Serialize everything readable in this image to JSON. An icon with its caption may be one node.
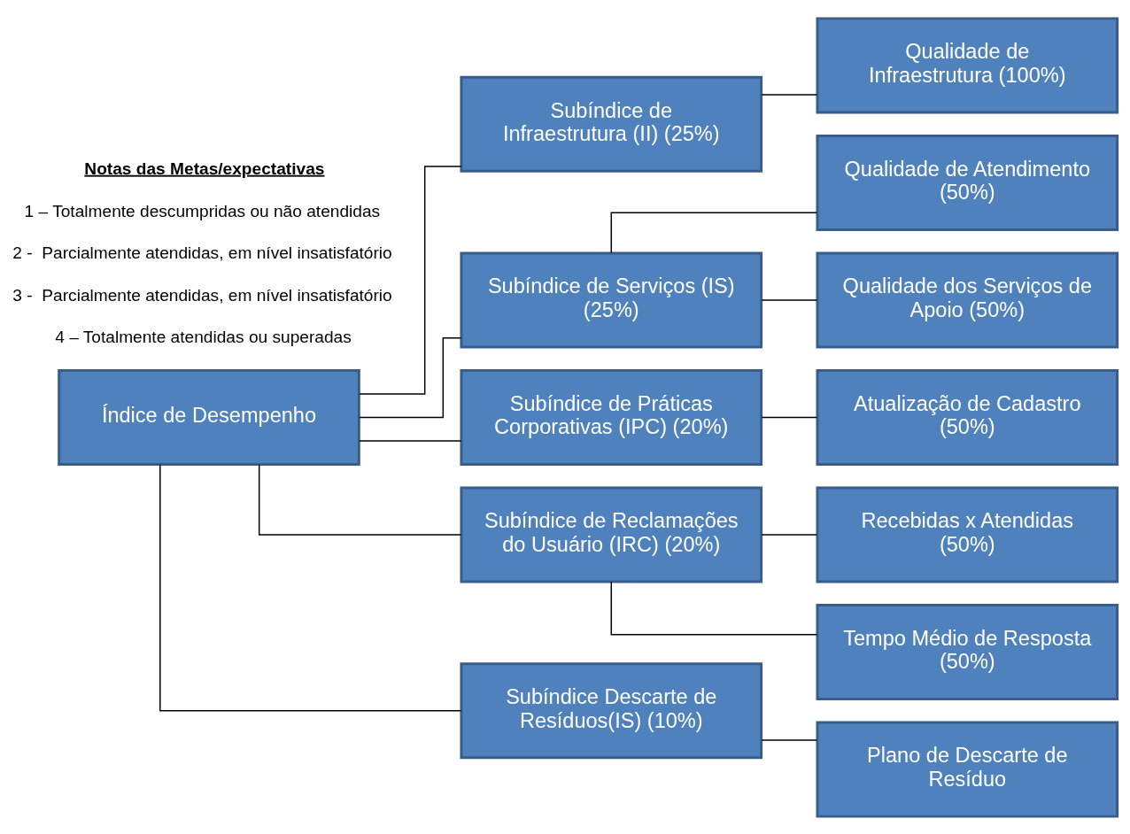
{
  "diagram": {
    "nodes": [
      {
        "text": [
          "Índice de Desempenho"
        ]
      },
      {
        "text": [
          "Subíndice de Infraestrutura (II) (25%)"
        ]
      },
      {
        "text": [
          "Subíndice de Serviços (IS) (25%)"
        ]
      },
      {
        "text": [
          "Subíndice de Práticas Corporativas (IPC) (20%)"
        ]
      },
      {
        "text": [
          "Subíndice de Reclamações do Usuário (IRC) (20%)"
        ]
      },
      {
        "text": [
          "Subíndice Descarte de Resíduos(IS) (10%)"
        ]
      },
      {
        "text": [
          "Qualidade de Infraestrutura (100%)"
        ]
      },
      {
        "text": [
          "Qualidade de Atendimento (50%)"
        ]
      },
      {
        "text": [
          "Qualidade dos Serviços de Apoio (50%)"
        ]
      },
      {
        "text": [
          "Atualização de Cadastro (50%)"
        ]
      },
      {
        "text": [
          "Recebidas x Atendidas (50%)"
        ]
      },
      {
        "text": [
          "Tempo Médio de Resposta (50%)"
        ]
      },
      {
        "text": [
          "Plano de Descarte de Resíduo"
        ]
      }
    ],
    "edges": [
      {
        "from": 0,
        "to": 1,
        "arrow": "none"
      },
      {
        "from": 0,
        "to": 2,
        "arrow": "none"
      },
      {
        "from": 0,
        "to": 3,
        "arrow": "none"
      },
      {
        "from": 0,
        "to": 4,
        "arrow": "none"
      },
      {
        "from": 0,
        "to": 5,
        "arrow": "none"
      },
      {
        "from": 1,
        "to": 6,
        "arrow": "none"
      },
      {
        "from": 2,
        "to": 7,
        "arrow": "none"
      },
      {
        "from": 2,
        "to": 8,
        "arrow": "none"
      },
      {
        "from": 3,
        "to": 9,
        "arrow": "none"
      },
      {
        "from": 4,
        "to": 10,
        "arrow": "none"
      },
      {
        "from": 4,
        "to": 11,
        "arrow": "none"
      },
      {
        "from": 5,
        "to": 12,
        "arrow": "none"
      }
    ],
    "labels": [
      "Notas das Metas/expectativas",
      "1 – Totalmente descumpridas ou não atendidas",
      "2 -  Parcialmente atendidas, em nível insatisfatório",
      "3 -  Parcialmente atendidas, em nível insatisfatório",
      "4 – Totalmente atendidas ou superadas"
    ]
  }
}
